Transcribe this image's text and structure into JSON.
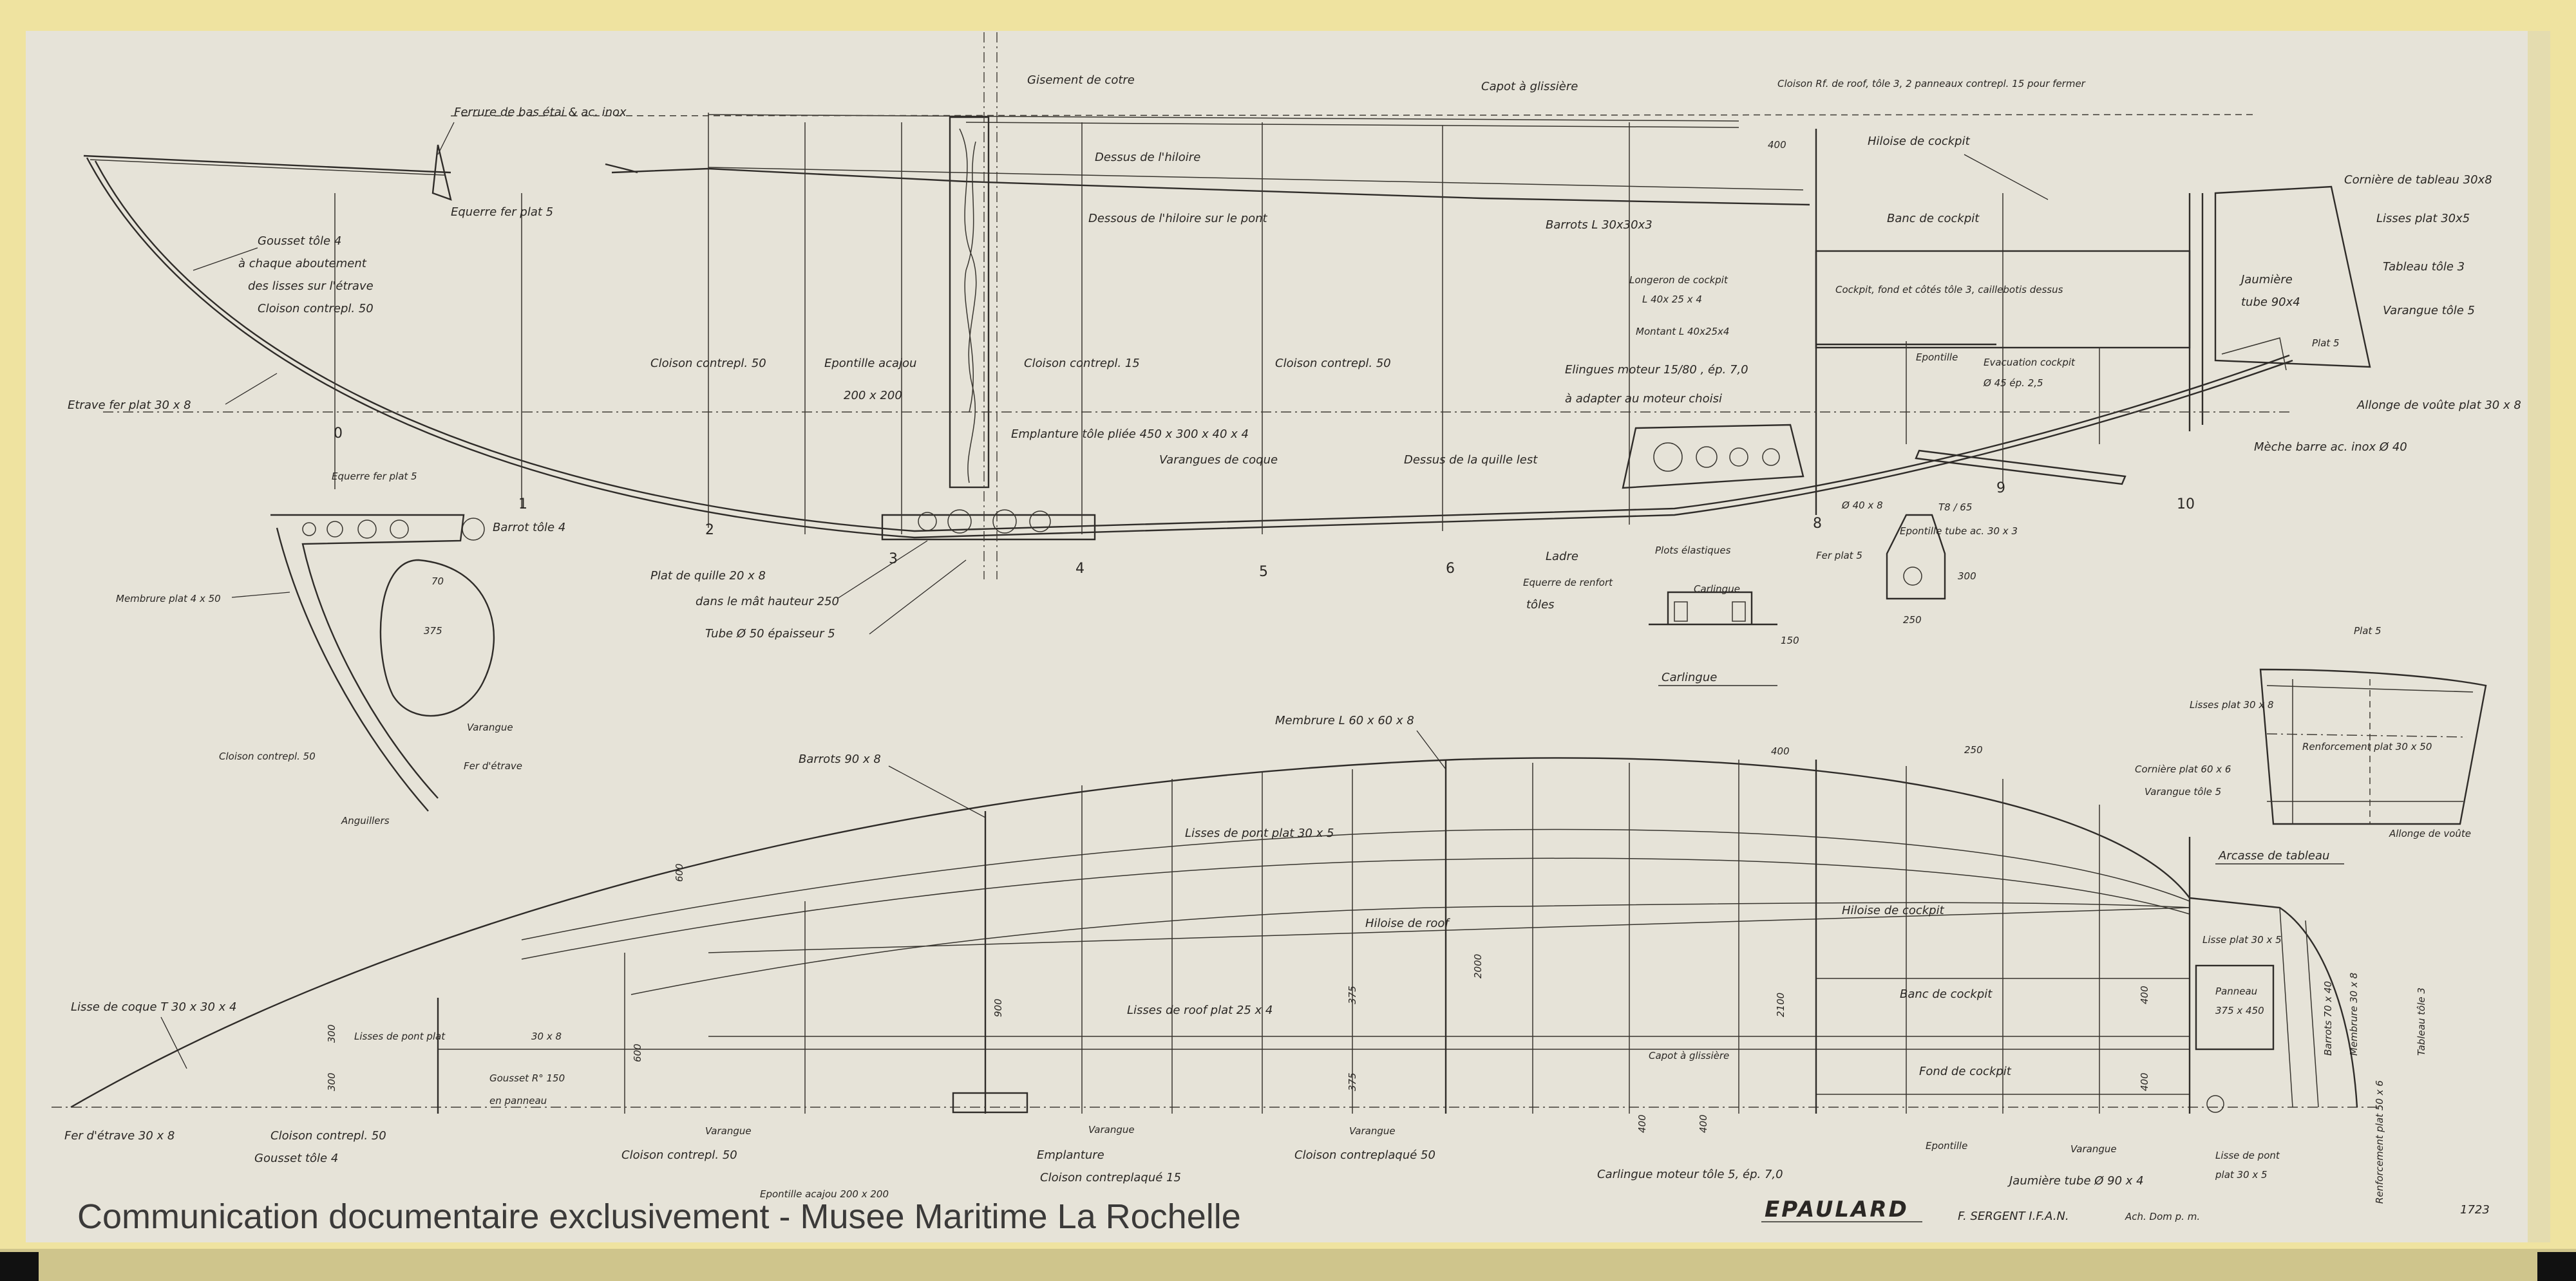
{
  "watermark": "Communication documentaire exclusivement - Musee Maritime La Rochelle",
  "title_block": {
    "title": "EPAULARD",
    "author": "F. SERGENT I.F.A.N.",
    "archive": "Ach. Dom p. m.",
    "sheet_number": "1723"
  },
  "section_numbers": [
    "0",
    "1",
    "2",
    "3",
    "4",
    "5",
    "6",
    "8",
    "9",
    "10"
  ],
  "profile_labels": {
    "ferrure_bas_etai": "Ferrure de bas étai & ac. inox",
    "equerre_fer_plat": "Equerre fer plat 5",
    "gousset_tole": "Gousset tôle 4",
    "chaque_aboutement": "à chaque aboutement",
    "des_lisses": "des lisses sur l'étrave",
    "cloison_50_a": "Cloison contrepl. 50",
    "etrave": "Etrave fer plat 30 x 8",
    "gisement_cotre": "Gisement de cotre",
    "dessus_hiloire": "Dessus de l'hiloire",
    "dessous_hiloire": "Dessous de l'hiloire sur le pont",
    "capot_glissiere": "Capot à glissière",
    "cloison_roof": "Cloison Rf. de roof, tôle 3, 2 panneaux contrepl. 15 pour fermer",
    "hiloise_cockpit": "Hiloise de cockpit",
    "barrots": "Barrots L 30x30x3",
    "banc_cockpit": "Banc de cockpit",
    "cornier_tableau": "Cornière de tableau 30x8",
    "lisses_plat": "Lisses plat 30x5",
    "tableau_tole": "Tableau tôle 3",
    "varangue_tole": "Varangue tôle 5",
    "jaumiere": "Jaumière",
    "tube_90": "tube 90x4",
    "plat5": "Plat 5",
    "allonge_voute": "Allonge de voûte plat 30 x 8",
    "meche": "Mèche barre ac. inox Ø 40",
    "longeron": "Longeron de cockpit",
    "longeron_2": "L 40x 25 x 4",
    "montant": "Montant L 40x25x4",
    "cockpit_fond": "Cockpit, fond et côtés tôle 3, caillebotis dessus",
    "cloison_50_b": "Cloison contrepl. 50",
    "epontille_acajou": "Epontille acajou",
    "epontille_dim": "200 x 200",
    "cloison_15": "Cloison contrepl. 15",
    "cloison_50_c": "Cloison contrepl. 50",
    "elingues": "Elingues moteur 15/80 , ép. 7,0",
    "adapter_moteur": "à adapter au moteur choisi",
    "epontille_2": "Epontille",
    "evacuation": "Evacuation cockpit",
    "evacuation_2": "Ø 45 ép. 2,5",
    "emplanture": "Emplanture tôle pliée 450 x 300 x 40 x 4",
    "varangues_coque": "Varangues de coque",
    "dessus_quille": "Dessus de la quille lest",
    "tube40": "Ø 40 x 8",
    "tube_lo": "T8 / 65",
    "epontille_tube": "Epontille tube ac. 30 x 3",
    "plat_quille": "Plat de quille 20 x 8",
    "dans_mat": "dans le mât hauteur 250",
    "tube50": "Tube Ø 50 épaisseur 5",
    "ladre": "Ladre",
    "equerre_renfort": "Equerre de renfort",
    "toles": "tôles",
    "plots": "Plots élastiques",
    "carlingue": "Carlingue",
    "carlingue_title": "Carlingue",
    "fer_plat5": "Fer plat 5",
    "dim_250": "250",
    "dim_300": "300",
    "dim_150": "150",
    "dim_400": "400"
  },
  "section_labels": {
    "equerre_plat5": "Equerre fer plat 5",
    "barrot_tole": "Barrot tôle 4",
    "membrure": "Membrure plat 4 x 50",
    "cloison_50": "Cloison contrepl. 50",
    "varangue": "Varangue",
    "fer_etrave": "Fer d'étrave",
    "anguilliers": "Anguillers",
    "dim_375": "375",
    "dim_70": "70"
  },
  "transom_labels": {
    "plat_top": "Plat 5",
    "lisses_plat": "Lisses plat 30 x 8",
    "renforcement": "Renforcement plat 30 x 50",
    "cornier": "Cornière plat 60 x 6",
    "varangue_tole": "Varangue tôle 5",
    "allonge": "Allonge de voûte",
    "caption": "Arcasse de tableau"
  },
  "plan_labels": {
    "membrure": "Membrure L 60 x 60 x 8",
    "dim_400": "400",
    "barrots": "Barrots 90 x 8",
    "lisses_pont": "Lisses de pont plat 30 x 5",
    "hiloire_roof": "Hiloise de roof",
    "hiloire_cockpit": "Hiloise de cockpit",
    "lisse_plat_top": "Lisse plat 30 x 5",
    "lisse_coque": "Lisse de coque T 30 x 30 x 4",
    "lisses_pont_plat": "Lisses de pont plat",
    "plat_30x8": "30 x 8",
    "gousset_150": "Gousset R° 150",
    "en_panneau": "en panneau",
    "lisses_roof": "Lisses de roof plat 25 x 4",
    "banc_cockpit": "Banc de cockpit",
    "panneau": "Panneau",
    "panneau_dim": "375 x 450",
    "capot": "Capot à glissière",
    "fond_cockpit": "Fond de cockpit",
    "fer_etrave": "Fer d'étrave 30 x 8",
    "gousset_tole": "Gousset tôle 4",
    "cloison_50_a": "Cloison contrepl. 50",
    "varangue_a": "Varangue",
    "cloison_50_b": "Cloison contrepl. 50",
    "varangue_b": "Varangue",
    "emplanture": "Emplanture",
    "cloison_15": "Cloison contreplaqué 15",
    "cloison_50_c": "Cloison contreplaqué 50",
    "varangue_c": "Varangue",
    "epontille_acajou": "Epontille acajou 200 x 200",
    "carlingue_moteur": "Carlingue moteur tôle 5, ép. 7,0",
    "epontille": "Epontille",
    "varangue_d": "Varangue",
    "jaumiere": "Jaumière tube Ø 90 x 4",
    "lisse_pont": "Lisse de pont",
    "lisse_pont_2": "plat 30 x 5",
    "barrot_vert": "Barrots 70 x 40",
    "membrure_vert": "Membrure 30 x 8",
    "tableau_vert": "Tableau tôle 3",
    "renfort_vert": "Renforcement plat 50 x 6",
    "dims": [
      "300",
      "300",
      "600",
      "900",
      "375",
      "375",
      "2000",
      "2100",
      "400",
      "400",
      "600",
      "400",
      "400",
      "250"
    ]
  },
  "colors": {
    "paper": "#e6e3d8",
    "tape": "#efe3a0",
    "ink": "#2f2c29"
  }
}
